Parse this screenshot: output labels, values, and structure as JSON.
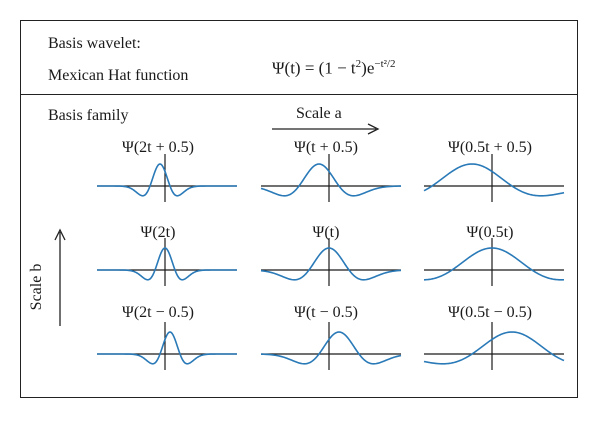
{
  "header": {
    "basis_label": "Basis wavelet:",
    "function_name": "Mexican Hat function",
    "formula": {
      "lhs": "Ψ(t) = (1 − t",
      "sq": "2",
      "mid": ")e",
      "exp": "−t²/2"
    }
  },
  "family": {
    "label": "Basis family",
    "scale_a": "Scale a",
    "scale_b": "Scale b"
  },
  "grid": {
    "rows": [
      {
        "labels": [
          "Ψ(2t + 0.5)",
          "Ψ(t + 0.5)",
          "Ψ(0.5t + 0.5)"
        ],
        "b": 0.5
      },
      {
        "labels": [
          "Ψ(2t)",
          "Ψ(t)",
          "Ψ(0.5t)"
        ],
        "b": 0
      },
      {
        "labels": [
          "Ψ(2t − 0.5)",
          "Ψ(t − 0.5)",
          "Ψ(0.5t − 0.5)"
        ],
        "b": -0.5
      }
    ],
    "scales": [
      2,
      1,
      0.5
    ],
    "curve_color": "#2a7ab8",
    "axis_color": "#1a1a1a"
  }
}
